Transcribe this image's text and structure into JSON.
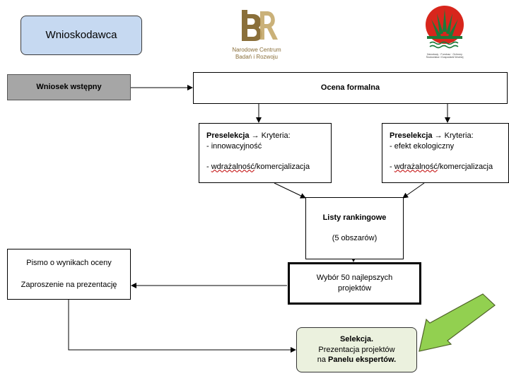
{
  "applicant": {
    "label": "Wnioskodawca"
  },
  "logos": {
    "ncbr": {
      "line1": "Narodowe Centrum",
      "line2": "Badań i Rozwoju"
    },
    "nfos": {
      "line1": "Narodowy · Fundusz · Ochrony",
      "line2": "Środowiska i Gospodarki Wodnej"
    }
  },
  "flow": {
    "wniosek": "Wniosek wstępny",
    "ocena": "Ocena formalna",
    "preselekcja_left": {
      "bold": "Preselekcja",
      "arrow": "→",
      "rest": " Kryteria:",
      "item1": "- innowacyjność",
      "item2_prefix": "- ",
      "item2_word": "wdrażalność",
      "item2_suffix": "/komercjalizacja"
    },
    "preselekcja_right": {
      "bold": "Preselekcja",
      "arrow": "→",
      "rest": " Kryteria:",
      "item1": "- efekt ekologiczny",
      "item2_prefix": "- ",
      "item2_word": "wdrażalność",
      "item2_suffix": "/komercjalizacja"
    },
    "listy": {
      "title": "Listy rankingowe",
      "subtitle": "(5 obszarów)"
    },
    "wybor": {
      "line1": "Wybór 50 najlepszych",
      "line2": "projektów"
    },
    "pismo": {
      "line1": "Pismo o wynikach oceny",
      "line2": "Zaproszenie na prezentację"
    },
    "selekcja": {
      "title": "Selekcja.",
      "line2": "Prezentacja projektów",
      "line3_prefix": "na ",
      "line3_bold": "Panelu ekspertów."
    }
  },
  "colors": {
    "applicant_fill": "#c6d9f1",
    "wniosek_fill": "#a6a6a6",
    "selekcja_fill": "#ebf1de",
    "highlight_arrow": "#92d050"
  }
}
